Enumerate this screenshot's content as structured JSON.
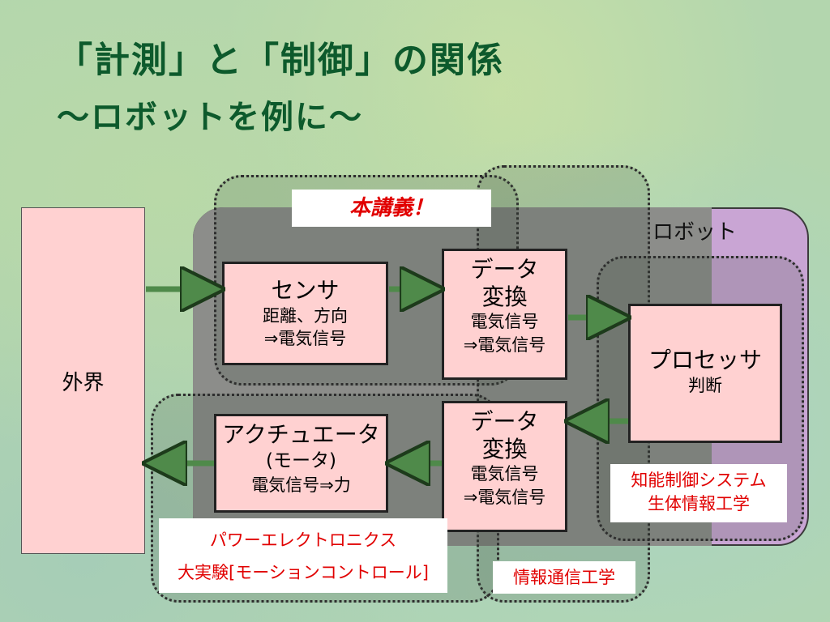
{
  "title": {
    "line1": "「計測」と「制御」の関係",
    "line2": "～ロボットを例に～"
  },
  "robot_label": "ロボット",
  "lecture_label": "本講義！",
  "external": "外界",
  "sensor": {
    "title": "センサ",
    "line1": "距離、方向",
    "line2": "⇒電気信号"
  },
  "converter_top": {
    "line1": "データ",
    "line2": "変換",
    "line3": "電気信号",
    "line4": "⇒電気信号"
  },
  "converter_bottom": {
    "line1": "データ",
    "line2": "変換",
    "line3": "電気信号",
    "line4": "⇒電気信号"
  },
  "processor": {
    "title": "プロセッサ",
    "line1": "判断"
  },
  "actuator": {
    "title": "アクチュエータ",
    "line1": "(モータ)",
    "line2": "電気信号⇒力"
  },
  "intelligent_control": {
    "line1": "知能制御システム",
    "line2": "生体情報工学"
  },
  "power_electronics": {
    "line1": "パワーエレクトロニクス",
    "line2": "大実験[モーションコントロール]"
  },
  "info_comm": "情報通信工学",
  "colors": {
    "title": "#0d5a2c",
    "arrow": "#4f8a4a",
    "pink": "#ffd1d1",
    "robot": "#c9a5d4",
    "red_text": "#e10000"
  }
}
